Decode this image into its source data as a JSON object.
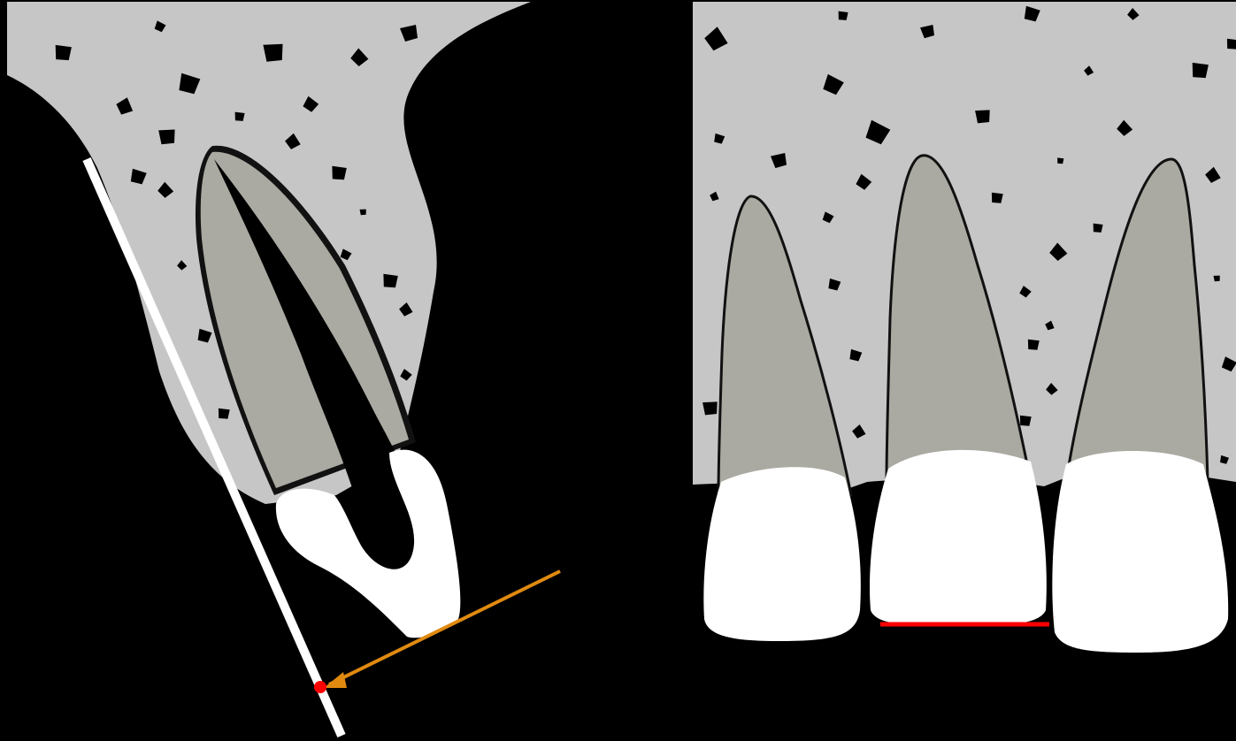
{
  "colors": {
    "background": "#000000",
    "bone": "#c6c6c6",
    "root": "#aaaaa2",
    "crown": "#ffffff",
    "pulp": "#000000",
    "reference_line": "#ffffff",
    "arrow": "#e08a10",
    "marker": "#ff0000",
    "incisal_edge_line": "#ff0000",
    "bone_pores": "#000000"
  },
  "left_panel": {
    "view": "sagittal-section",
    "elements": [
      "bone",
      "tooth-root",
      "pulp-canal",
      "crown",
      "reference-line",
      "indicator-arrow",
      "contact-point-marker"
    ]
  },
  "right_panel": {
    "view": "frontal",
    "teeth_count": 3,
    "elements": [
      "bone",
      "tooth-roots",
      "crowns",
      "incisal-edge-line"
    ]
  }
}
